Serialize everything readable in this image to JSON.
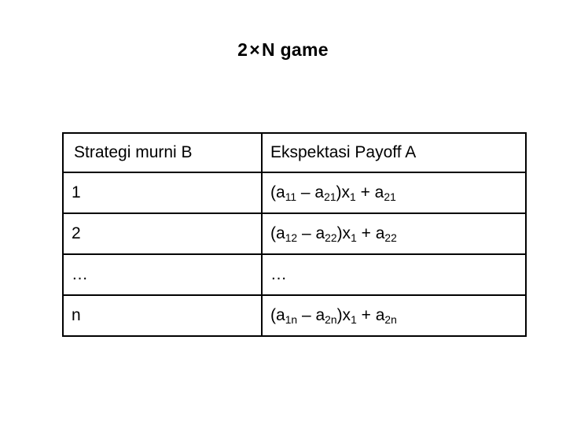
{
  "slide": {
    "title_prefix": "2",
    "title_symbol": "×",
    "title_suffix": "N game",
    "title_full": "2 × N game",
    "background_color": "#ffffff",
    "text_color": "#000000",
    "border_color": "#000000"
  },
  "table": {
    "headers": {
      "strategy": "Strategi murni B",
      "payoff": "Ekspektasi Payoff A"
    },
    "rows": [
      {
        "strategy": "1",
        "payoff_parts": {
          "open": "(a",
          "sub1": "11",
          "minus": " – a",
          "sub2": "21",
          "close": ")x",
          "sub3": "1",
          "plus": " + a",
          "sub4": "21"
        },
        "payoff_text": "(a11 – a21)x1 + a21"
      },
      {
        "strategy": "2",
        "payoff_parts": {
          "open": "(a",
          "sub1": "12",
          "minus": " – a",
          "sub2": "22",
          "close": ")x",
          "sub3": "1",
          "plus": " + a",
          "sub4": "22"
        },
        "payoff_text": "(a12 – a22)x1 + a22"
      },
      {
        "strategy": "…",
        "payoff_parts": null,
        "payoff_text": "…"
      },
      {
        "strategy": "n",
        "payoff_parts": {
          "open": "(a",
          "sub1": "1n",
          "minus": " – a",
          "sub2": "2n",
          "close": ")x",
          "sub3": "1",
          "plus": " + a",
          "sub4": "2n"
        },
        "payoff_text": "(a1n – a2n)x1 + a2n"
      }
    ]
  }
}
